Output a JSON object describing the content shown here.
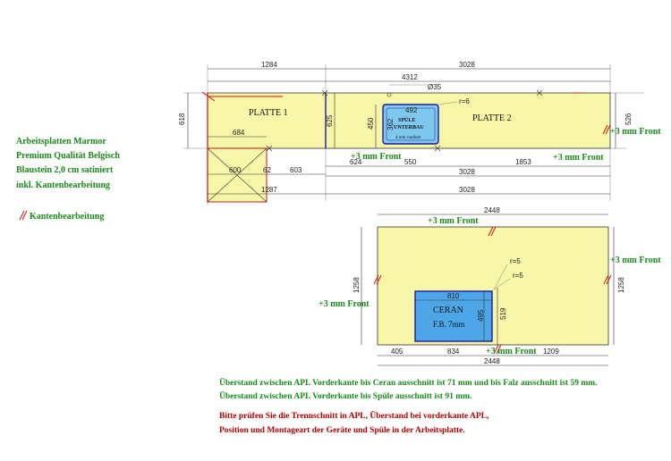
{
  "colors": {
    "slab": "#f8f6a8",
    "edge_mark": "#d01010",
    "sink_fill": "#7ec8f0",
    "sink_border": "#1a1aa0",
    "ceran_fill": "#4da6e8",
    "green_text": "#1a8a1a",
    "red_text": "#b00000"
  },
  "legend": {
    "material": [
      "Arbeitsplatten Marmor",
      "Premium Qualität Belgisch",
      "Blaustein 2,0 cm satiniert",
      "inkl. Kantenbearbeitung"
    ],
    "edge_label": "Kantenbearbeitung"
  },
  "top_plan": {
    "platte1_label": "PLATTE 1",
    "platte2_label": "PLATTE 2",
    "sink_label_1": "SPÜLE",
    "sink_label_2": "UNTERBAU",
    "sink_label_3": "4 mm rundum",
    "dims": {
      "d1284": "1284",
      "d3028_top": "3028",
      "d4312": "4312",
      "d35": "Ø35",
      "d618": "618",
      "d625": "625",
      "d450": "450",
      "d362": "362",
      "d492": "492",
      "r6": "r=6",
      "d526": "526",
      "d684": "684",
      "d600": "600",
      "d603": "603",
      "d62": "62",
      "d624": "624",
      "d550": "550",
      "d1853": "1853",
      "d3028_mid": "3028",
      "d1287": "1287",
      "d3028_bot": "3028"
    },
    "front_left": "+3 mm Front",
    "front_right": "+3 mm Front",
    "front_side": "+3 mm Front"
  },
  "island": {
    "ceran_label": "CERAN",
    "ceran_sub": "F.B. 7mm",
    "dims": {
      "d2448_top": "2448",
      "d1258_left": "1258",
      "d1258_right": "1258",
      "d810": "810",
      "d495": "495",
      "d519": "519",
      "r5a": "r=5",
      "r5b": "r=5",
      "d405": "405",
      "d834": "834",
      "d1209": "1209",
      "d2448_bot": "2448"
    },
    "front_top": "+3 mm Front",
    "front_left": "+3 mm Front",
    "front_right": "+3 mm Front",
    "front_bottom": "+3 mm Front"
  },
  "notes": {
    "green_1": "Überstand zwischen APL Vorderkante bis Ceran ausschnitt ist 71 mm und bis Falz ausschnitt ist 59 mm.",
    "green_2": "Überstand zwischen APL Vorderkante bis Spüle ausschnitt ist 91 mm.",
    "red_1": "Bitte prüfen Sie die Trennschnitt in APL, Überstand bei vorderkante APL,",
    "red_2": "Position und Montageart der Geräte und Spüle in der Arbeitsplatte."
  }
}
